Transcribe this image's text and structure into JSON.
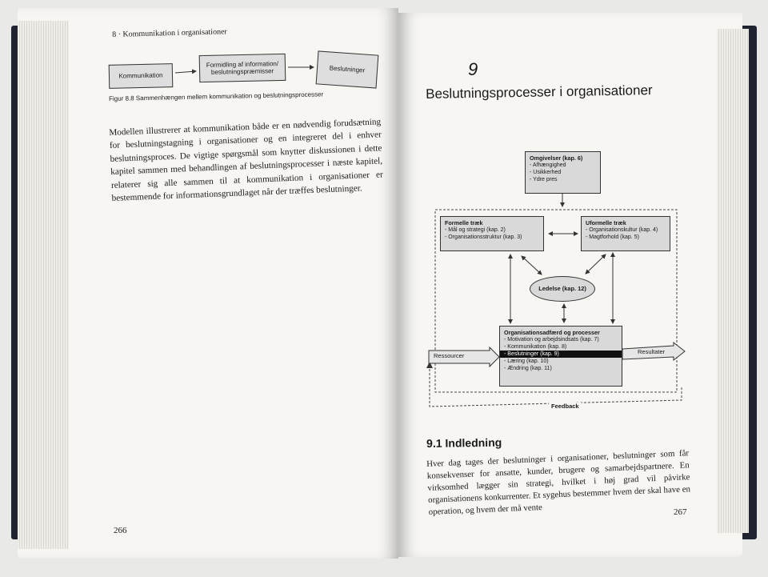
{
  "left_page": {
    "header": "8 · Kommunikation i organisationer",
    "figure": {
      "box1": "Kommunikation",
      "box2_line1": "Formidling af information/",
      "box2_line2": "beslutningspræmisser",
      "box3": "Beslutninger",
      "caption": "Figur 8.8 Sammenhængen mellem kommunikation og beslutningsprocesser"
    },
    "paragraph": "Modellen illustrerer at kommunikation både er en nødvendig forudsætning for beslutningstagning i organisationer og en integreret del i enhver beslutningsproces. De vigtige spørgsmål som knytter diskussionen i dette kapitel sammen med behandlingen af beslutningsprocesser i næste kapitel, relaterer sig alle sammen til at kommunikation i organisationer er bestemmende for informationsgrundlaget når der træffes beslutninger.",
    "page_number": "266"
  },
  "right_page": {
    "chapter_number": "9",
    "chapter_title": "Beslutningsprocesser i organisationer",
    "diagram": {
      "omgivelser": {
        "title": "Omgivelser (kap. 6)",
        "items": [
          "- Afhængighed",
          "- Usikkerhed",
          "- Ydre pres"
        ]
      },
      "formelle": {
        "title": "Formelle træk",
        "items": [
          "- Mål og strategi (kap. 2)",
          "- Organisationsstruktur (kap. 3)"
        ]
      },
      "uformelle": {
        "title": "Uformelle træk",
        "items": [
          "- Organisationskultur (kap. 4)",
          "- Magtforhold (kap. 5)"
        ]
      },
      "ledelse": "Ledelse (kap. 12)",
      "adfaerd": {
        "title": "Organisationsadfærd og processer",
        "items": [
          "- Motivation og arbejdsindsats (kap. 7)",
          "- Kommunikation (kap. 8)",
          "- Beslutninger (kap. 9)",
          "- Læring (kap. 10)",
          "- Ændring (kap. 11)"
        ]
      },
      "ressourcer": "Ressourcer",
      "resultater": "Resultater",
      "feedback": "Feedback"
    },
    "section_heading": "9.1  Indledning",
    "paragraph": "Hver dag tages der beslutninger i organisationer, beslutninger som får konsekvenser for ansatte, kunder, brugere og samarbejdspartnere. En virksomhed lægger sin strategi, hvilket i høj grad vil påvirke organisationens konkurrenter. Et sygehus bestemmer hvem der skal have en operation, og hvem der må vente",
    "page_number": "267"
  }
}
